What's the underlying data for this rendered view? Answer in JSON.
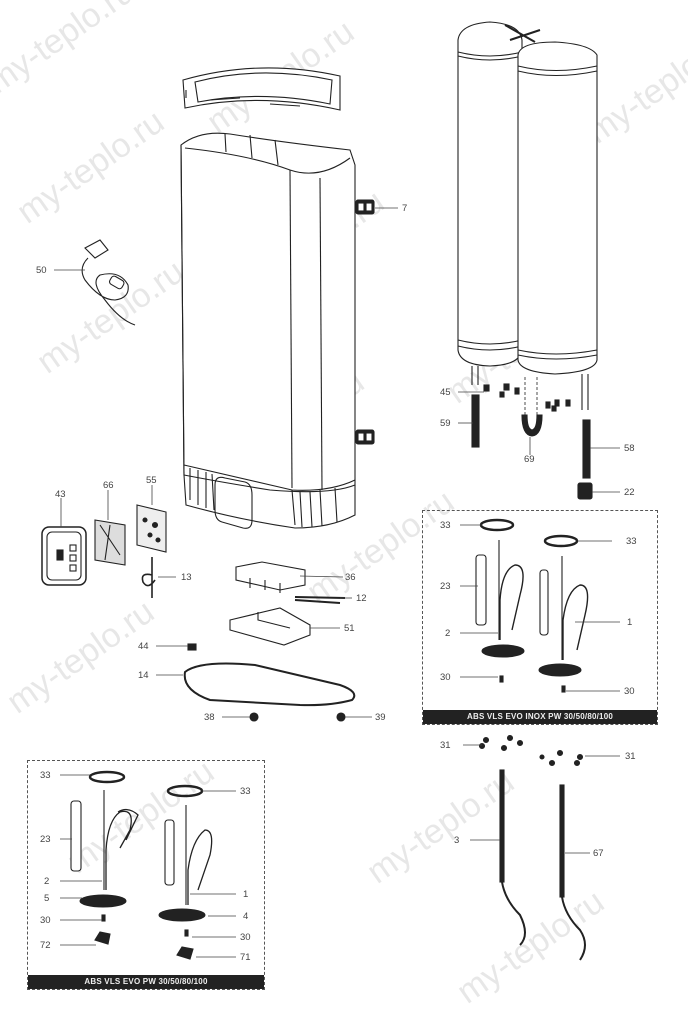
{
  "diagram": {
    "type": "exploded-parts-diagram",
    "subject": "Electric water heater (dual tank, flat)",
    "main_callouts": [
      {
        "id": "7",
        "part": "wall-bracket"
      },
      {
        "id": "50",
        "part": "power-cord-with-plug"
      },
      {
        "id": "45",
        "part": "screws"
      },
      {
        "id": "59",
        "part": "pipe-left"
      },
      {
        "id": "69",
        "part": "connector-pipe"
      },
      {
        "id": "58",
        "part": "pipe-right"
      },
      {
        "id": "22",
        "part": "safety-valve"
      },
      {
        "id": "43",
        "part": "control-panel"
      },
      {
        "id": "66",
        "part": "control-board-bracket"
      },
      {
        "id": "55",
        "part": "electronic-board"
      },
      {
        "id": "13",
        "part": "wire-harness"
      },
      {
        "id": "36",
        "part": "electronics-housing"
      },
      {
        "id": "12",
        "part": "cable"
      },
      {
        "id": "51",
        "part": "bottom-tray"
      },
      {
        "id": "44",
        "part": "clip"
      },
      {
        "id": "14",
        "part": "bottom-frame"
      },
      {
        "id": "38",
        "part": "nut-left"
      },
      {
        "id": "39",
        "part": "nut-right"
      }
    ],
    "box_inox": {
      "title": "ABS VLS EVO INOX PW 30/50/80/100",
      "callouts": [
        "33",
        "33",
        "23",
        "2",
        "1",
        "30",
        "30"
      ]
    },
    "box_standard": {
      "title": "ABS VLS EVO PW 30/50/80/100",
      "callouts": [
        "33",
        "33",
        "23",
        "2",
        "5",
        "1",
        "4",
        "30",
        "30",
        "72",
        "71"
      ]
    },
    "probes": {
      "callouts": [
        "31",
        "31",
        "3",
        "67"
      ]
    },
    "watermark": "my-teplo.ru"
  }
}
